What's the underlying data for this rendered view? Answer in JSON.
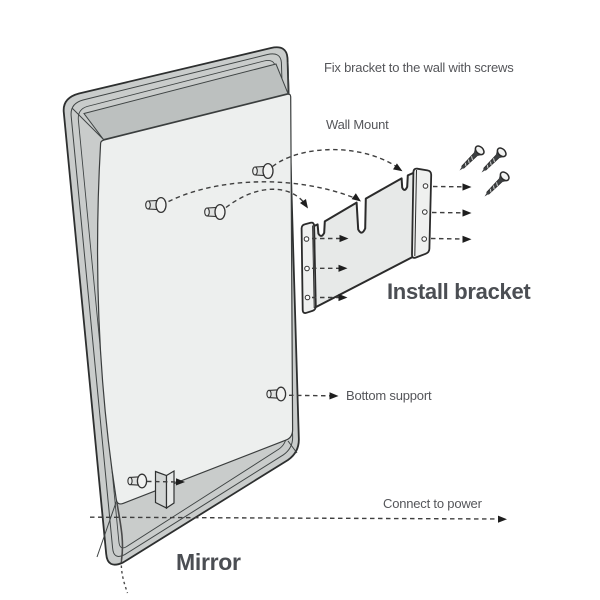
{
  "labels": {
    "fix_bracket": "Fix bracket to the wall with screws",
    "wall_mount": "Wall Mount",
    "install_bracket": "Install bracket",
    "bottom_support": "Bottom support",
    "connect_power": "Connect to power",
    "mirror": "Mirror"
  },
  "parts": [
    {
      "name": "mirror-back-panel"
    },
    {
      "name": "mounting-pegs",
      "count": 5
    },
    {
      "name": "wall-mount-bracket",
      "flange_holes": 6,
      "keyhole_slots": 3
    },
    {
      "name": "screws",
      "count": 3
    },
    {
      "name": "bottom-support-fin"
    },
    {
      "name": "power-cable"
    }
  ],
  "colors": {
    "background": "#ffffff",
    "outline": "#2d2f2f",
    "frame": "#c9cccb",
    "bevel": "#bcc0bf",
    "panel": "#edefee",
    "bracket": "#e7e9e8",
    "flange": "#eff0ef",
    "screw": "#3e4143",
    "arrow": "#3f3f3f",
    "label_text": "#55565a",
    "heading_text": "#4b4e53"
  }
}
